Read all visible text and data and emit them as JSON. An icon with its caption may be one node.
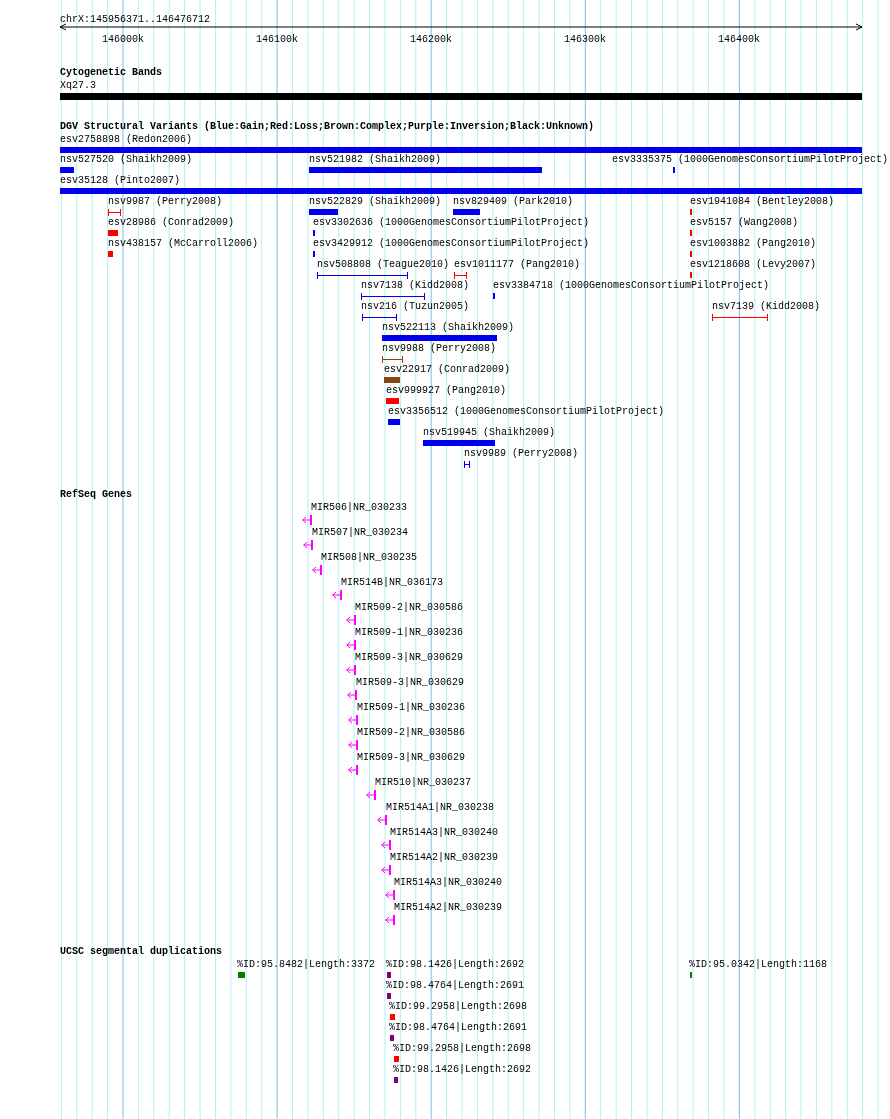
{
  "diagram": {
    "nodes": [
      {
        "text": [],
        "shape": "bar",
        "beside": [
          "Xq27.3"
        ]
      },
      {
        "text": [],
        "shape": "bar",
        "beside": [
          "esv2758898 (Redon2006)"
        ]
      },
      {
        "text": [],
        "shape": "bar",
        "beside": [
          "nsv527520 (Shaikh2009)"
        ]
      },
      {
        "text": [],
        "shape": "bar",
        "beside": [
          "nsv521982 (Shaikh2009)"
        ]
      },
      {
        "text": [],
        "shape": "bar",
        "beside": [
          "esv3335375 (1000GenomesConsortiumPilotProject)"
        ]
      },
      {
        "text": [],
        "shape": "bar",
        "beside": [
          "esv35128 (Pinto2007)"
        ]
      },
      {
        "text": [],
        "shape": "bar",
        "beside": [
          "nsv9987 (Perry2008)"
        ]
      },
      {
        "text": [],
        "shape": "bar",
        "beside": [
          "nsv522829 (Shaikh2009)"
        ]
      },
      {
        "text": [],
        "shape": "bar",
        "beside": [
          "nsv829409 (Park2010)"
        ]
      },
      {
        "text": [],
        "shape": "bar",
        "beside": [
          "esv1941084 (Bentley2008)"
        ]
      },
      {
        "text": [],
        "shape": "bar",
        "beside": [
          "esv28986 (Conrad2009)"
        ]
      },
      {
        "text": [],
        "shape": "bar",
        "beside": [
          "esv3302636 (1000GenomesConsortiumPilotProject)"
        ]
      },
      {
        "text": [],
        "shape": "bar",
        "beside": [
          "esv5157 (Wang2008)"
        ]
      },
      {
        "text": [],
        "shape": "bar",
        "beside": [
          "nsv438157 (McCarroll2006)"
        ]
      },
      {
        "text": [],
        "shape": "bar",
        "beside": [
          "esv3429912 (1000GenomesConsortiumPilotProject)"
        ]
      },
      {
        "text": [],
        "shape": "bar",
        "beside": [
          "esv1003882 (Pang2010)"
        ]
      },
      {
        "text": [],
        "shape": "bar",
        "beside": [
          "nsv508808 (Teague2010)"
        ]
      },
      {
        "text": [],
        "shape": "bar",
        "beside": [
          "esv1011177 (Pang2010)"
        ]
      },
      {
        "text": [],
        "shape": "bar",
        "beside": [
          "esv1218608 (Levy2007)"
        ]
      },
      {
        "text": [],
        "shape": "bar",
        "beside": [
          "nsv7138 (Kidd2008)"
        ]
      },
      {
        "text": [],
        "shape": "bar",
        "beside": [
          "esv3384718 (1000GenomesConsortiumPilotProject)"
        ]
      },
      {
        "text": [],
        "shape": "bar",
        "beside": [
          "nsv216 (Tuzun2005)"
        ]
      },
      {
        "text": [],
        "shape": "bar",
        "beside": [
          "nsv7139 (Kidd2008)"
        ]
      },
      {
        "text": [],
        "shape": "bar",
        "beside": [
          "nsv522113 (Shaikh2009)"
        ]
      },
      {
        "text": [],
        "shape": "bar",
        "beside": [
          "nsv9988 (Perry2008)"
        ]
      },
      {
        "text": [],
        "shape": "bar",
        "beside": [
          "esv22917 (Conrad2009)"
        ]
      },
      {
        "text": [],
        "shape": "bar",
        "beside": [
          "esv999927 (Pang2010)"
        ]
      },
      {
        "text": [],
        "shape": "bar",
        "beside": [
          "esv3356512 (1000GenomesConsortiumPilotProject)"
        ]
      },
      {
        "text": [],
        "shape": "bar",
        "beside": [
          "nsv519945 (Shaikh2009)"
        ]
      },
      {
        "text": [],
        "shape": "bar",
        "beside": [
          "nsv9989 (Perry2008)"
        ]
      },
      {
        "text": [],
        "shape": "arrow",
        "beside": [
          "MIR506|NR_030233"
        ]
      },
      {
        "text": [],
        "shape": "arrow",
        "beside": [
          "MIR507|NR_030234"
        ]
      },
      {
        "text": [],
        "shape": "arrow",
        "beside": [
          "MIR508|NR_030235"
        ]
      },
      {
        "text": [],
        "shape": "arrow",
        "beside": [
          "MIR514B|NR_036173"
        ]
      },
      {
        "text": [],
        "shape": "arrow",
        "beside": [
          "MIR509-2|NR_030586"
        ]
      },
      {
        "text": [],
        "shape": "arrow",
        "beside": [
          "MIR509-1|NR_030236"
        ]
      },
      {
        "text": [],
        "shape": "arrow",
        "beside": [
          "MIR509-3|NR_030629"
        ]
      },
      {
        "text": [],
        "shape": "arrow",
        "beside": [
          "MIR509-3|NR_030629"
        ]
      },
      {
        "text": [],
        "shape": "arrow",
        "beside": [
          "MIR509-1|NR_030236"
        ]
      },
      {
        "text": [],
        "shape": "arrow",
        "beside": [
          "MIR509-2|NR_030586"
        ]
      },
      {
        "text": [],
        "shape": "arrow",
        "beside": [
          "MIR509-3|NR_030629"
        ]
      },
      {
        "text": [],
        "shape": "arrow",
        "beside": [
          "MIR510|NR_030237"
        ]
      },
      {
        "text": [],
        "shape": "arrow",
        "beside": [
          "MIR514A1|NR_030238"
        ]
      },
      {
        "text": [],
        "shape": "arrow",
        "beside": [
          "MIR514A3|NR_030240"
        ]
      },
      {
        "text": [],
        "shape": "arrow",
        "beside": [
          "MIR514A2|NR_030239"
        ]
      },
      {
        "text": [],
        "shape": "arrow",
        "beside": [
          "MIR514A3|NR_030240"
        ]
      },
      {
        "text": [],
        "shape": "arrow",
        "beside": [
          "MIR514A2|NR_030239"
        ]
      },
      {
        "text": [],
        "shape": "bar",
        "beside": [
          "%ID:95.8482|Length:3372"
        ]
      },
      {
        "text": [],
        "shape": "bar",
        "beside": [
          "%ID:98.1426|Length:2692"
        ]
      },
      {
        "text": [],
        "shape": "bar",
        "beside": [
          "%ID:95.0342|Length:1168"
        ]
      },
      {
        "text": [],
        "shape": "bar",
        "beside": [
          "%ID:98.4764|Length:2691"
        ]
      },
      {
        "text": [],
        "shape": "bar",
        "beside": [
          "%ID:99.2958|Length:2698"
        ]
      },
      {
        "text": [],
        "shape": "bar",
        "beside": [
          "%ID:98.4764|Length:2691"
        ]
      },
      {
        "text": [],
        "shape": "bar",
        "beside": [
          "%ID:99.2958|Length:2698"
        ]
      },
      {
        "text": [],
        "shape": "bar",
        "beside": [
          "%ID:98.1426|Length:2692"
        ]
      }
    ],
    "labels": [
      "chrX:145956371..146476712",
      "146000k",
      "146100k",
      "146200k",
      "146300k",
      "146400k",
      "Cytogenetic Bands",
      "DGV Structural Variants (Blue:Gain;Red:Loss;Brown:Complex;Purple:Inversion;Black:Unknown)",
      "RefSeq Genes",
      "UCSC segmental duplications"
    ]
  }
}
